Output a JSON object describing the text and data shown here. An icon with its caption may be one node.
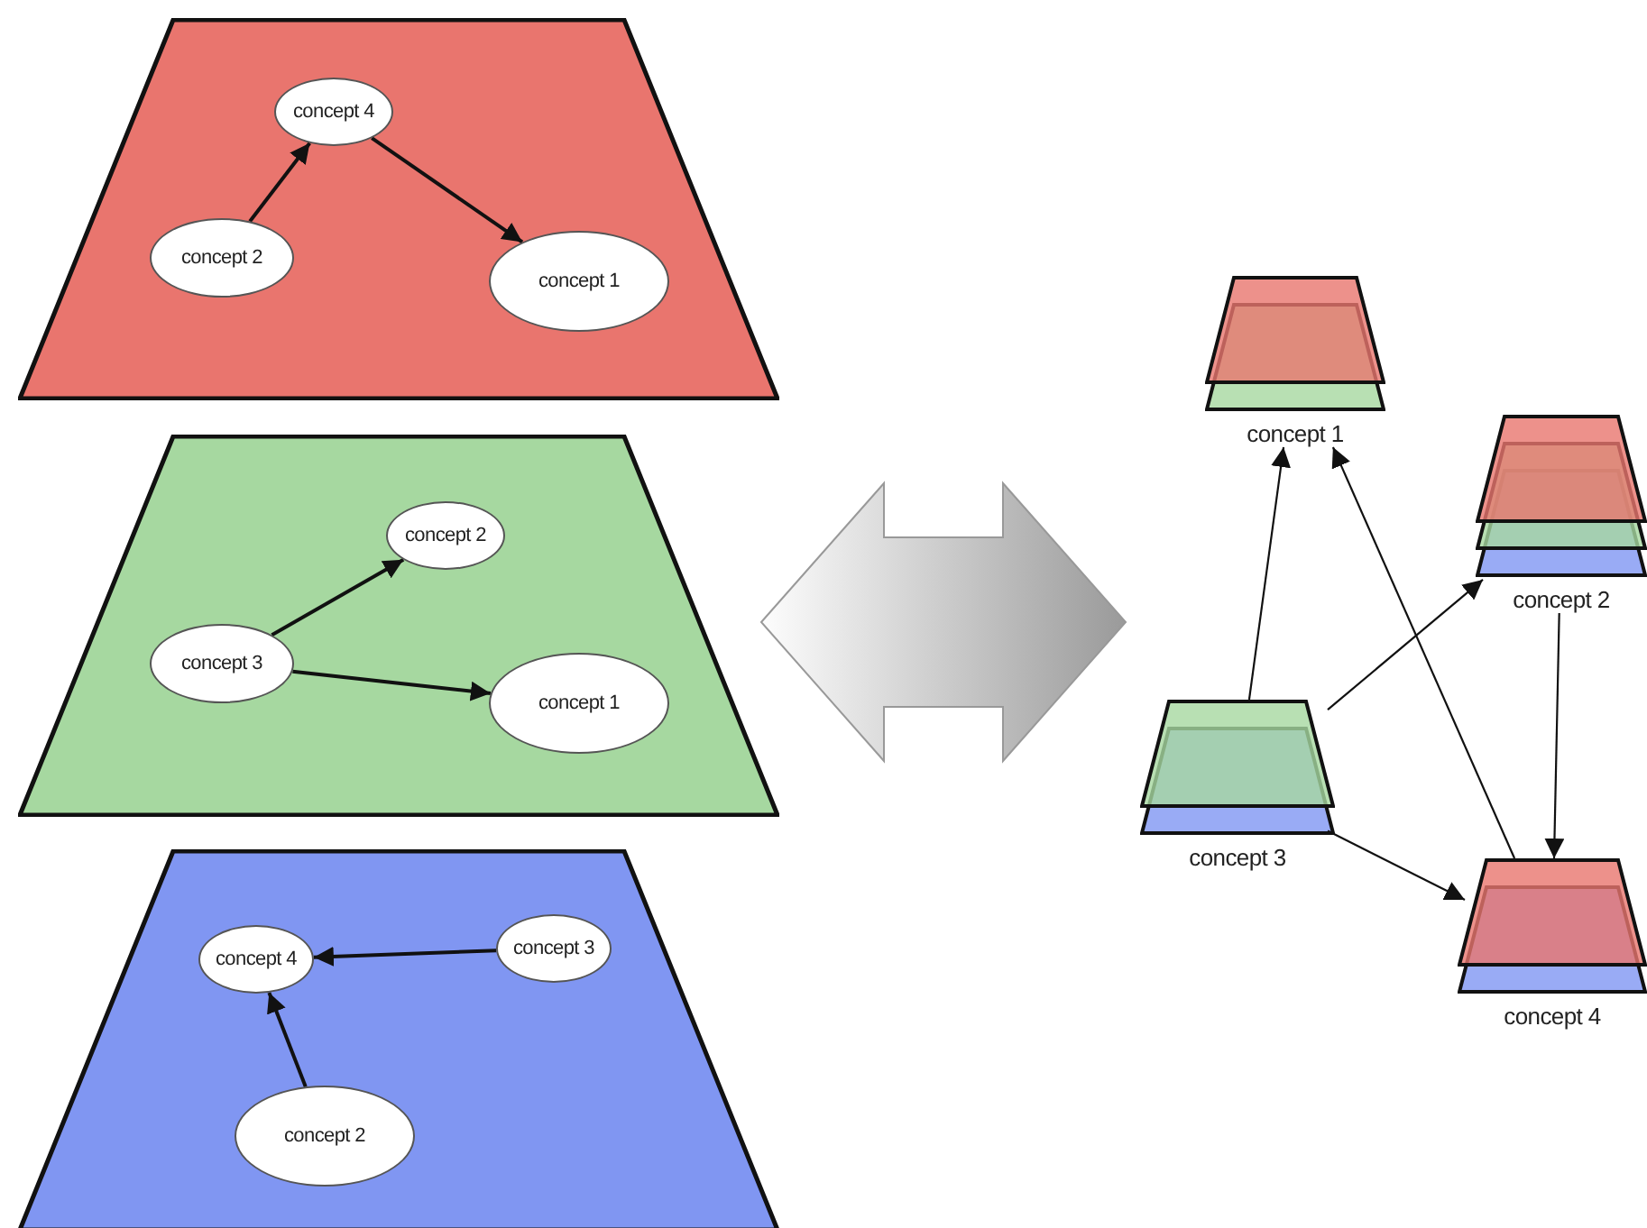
{
  "diagram": {
    "nodes": [
      {
        "text": [],
        "shape": "trapezoid"
      },
      {
        "text": [
          "concept 4"
        ],
        "in": 0
      },
      {
        "text": [
          "concept 2"
        ],
        "in": 0
      },
      {
        "text": [
          "concept 1"
        ],
        "in": 0
      },
      {
        "text": [],
        "shape": "trapezoid"
      },
      {
        "text": [
          "concept 2"
        ],
        "in": 4
      },
      {
        "text": [
          "concept 3"
        ],
        "in": 4
      },
      {
        "text": [
          "concept 1"
        ],
        "in": 4
      },
      {
        "text": [],
        "shape": "trapezoid"
      },
      {
        "text": [
          "concept 4"
        ],
        "in": 8
      },
      {
        "text": [
          "concept 3"
        ],
        "in": 8
      },
      {
        "text": [
          "concept 2"
        ],
        "in": 8
      },
      {
        "text": [],
        "shape": "arrow"
      },
      {
        "text": [
          "concept 1"
        ]
      },
      {
        "text": [
          "concept 2"
        ]
      },
      {
        "text": [
          "concept 3"
        ]
      },
      {
        "text": [
          "concept 4"
        ]
      }
    ],
    "edges": [
      {
        "from": 2,
        "to": 1,
        "arrow": "to"
      },
      {
        "from": 1,
        "to": 3,
        "arrow": "to"
      },
      {
        "from": 6,
        "to": 5,
        "arrow": "to"
      },
      {
        "from": 6,
        "to": 7,
        "arrow": "to"
      },
      {
        "from": 10,
        "to": 9,
        "arrow": "to"
      },
      {
        "from": 11,
        "to": 9,
        "arrow": "to"
      },
      {
        "from": 15,
        "to": 13,
        "arrow": "to"
      },
      {
        "from": 16,
        "to": 13,
        "arrow": "to"
      },
      {
        "from": 15,
        "to": 14,
        "arrow": "to"
      },
      {
        "from": 14,
        "to": 16,
        "arrow": "to"
      },
      {
        "from": 15,
        "to": 16,
        "arrow": "to"
      }
    ]
  }
}
